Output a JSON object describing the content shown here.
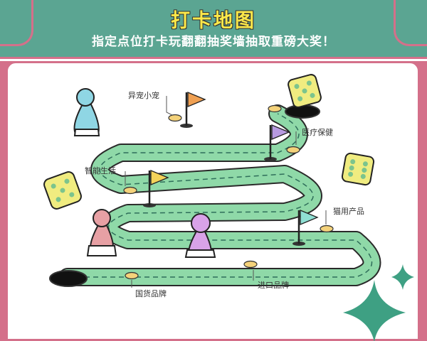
{
  "header": {
    "title": "打卡地图",
    "subtitle": "指定点位打卡玩翻翻抽奖墙抽取重磅大奖！"
  },
  "checkpoints": [
    {
      "label": "异宠小宠"
    },
    {
      "label": "医疗保健"
    },
    {
      "label": "智能生活"
    },
    {
      "label": "猫用产品"
    },
    {
      "label": "进口品牌"
    },
    {
      "label": "国货品牌"
    }
  ],
  "colors": {
    "header_bg": "#5ba592",
    "title_yellow": "#fbe84a",
    "border_pink": "#d4708a",
    "path_green": "#8fd9a8",
    "spot_yellow": "#f4d27a",
    "dice_yellow": "#f0ec80",
    "dice_dot": "#7cc48d",
    "sparkle": "#3ea083"
  },
  "icons": [
    "flag-icon",
    "dice-icon",
    "game-piece-icon",
    "hole-icon",
    "sparkle-icon"
  ]
}
